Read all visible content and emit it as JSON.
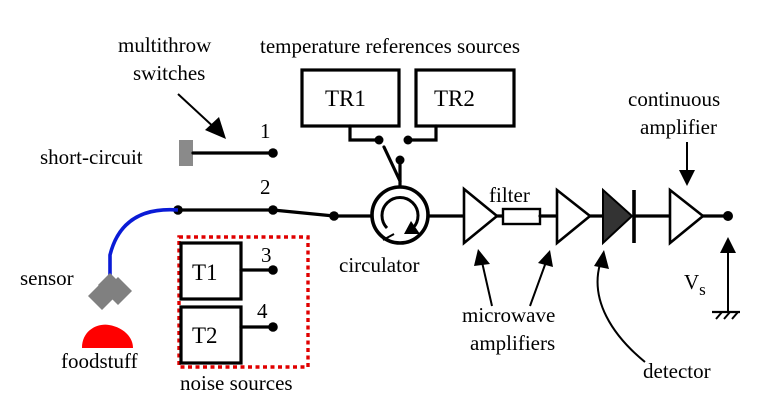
{
  "labels": {
    "multithrow_line1": "multithrow",
    "multithrow_line2": "switches",
    "temperature_references": "temperature references sources",
    "tr1": "TR1",
    "tr2": "TR2",
    "continuous_line1": "continuous",
    "continuous_line2": "amplifier",
    "short_circuit": "short-circuit",
    "port1": "1",
    "port2": "2",
    "port3": "3",
    "port4": "4",
    "filter": "filter",
    "circulator": "circulator",
    "sensor": "sensor",
    "t1": "T1",
    "t2": "T2",
    "foodstuff": "foodstuff",
    "noise_sources": "noise sources",
    "microwave_line1": "microwave",
    "microwave_line2": "amplifiers",
    "detector": "detector",
    "vs_main": "V",
    "vs_sub": "s"
  },
  "colors": {
    "sensor_cable": "#0a1bd6",
    "foodstuff": "#ff0000",
    "noise_box_border": "#e00000",
    "sensor_head": "#808080",
    "short_circuit_cap": "#8a8a8a",
    "detector_fill": "#333333"
  }
}
